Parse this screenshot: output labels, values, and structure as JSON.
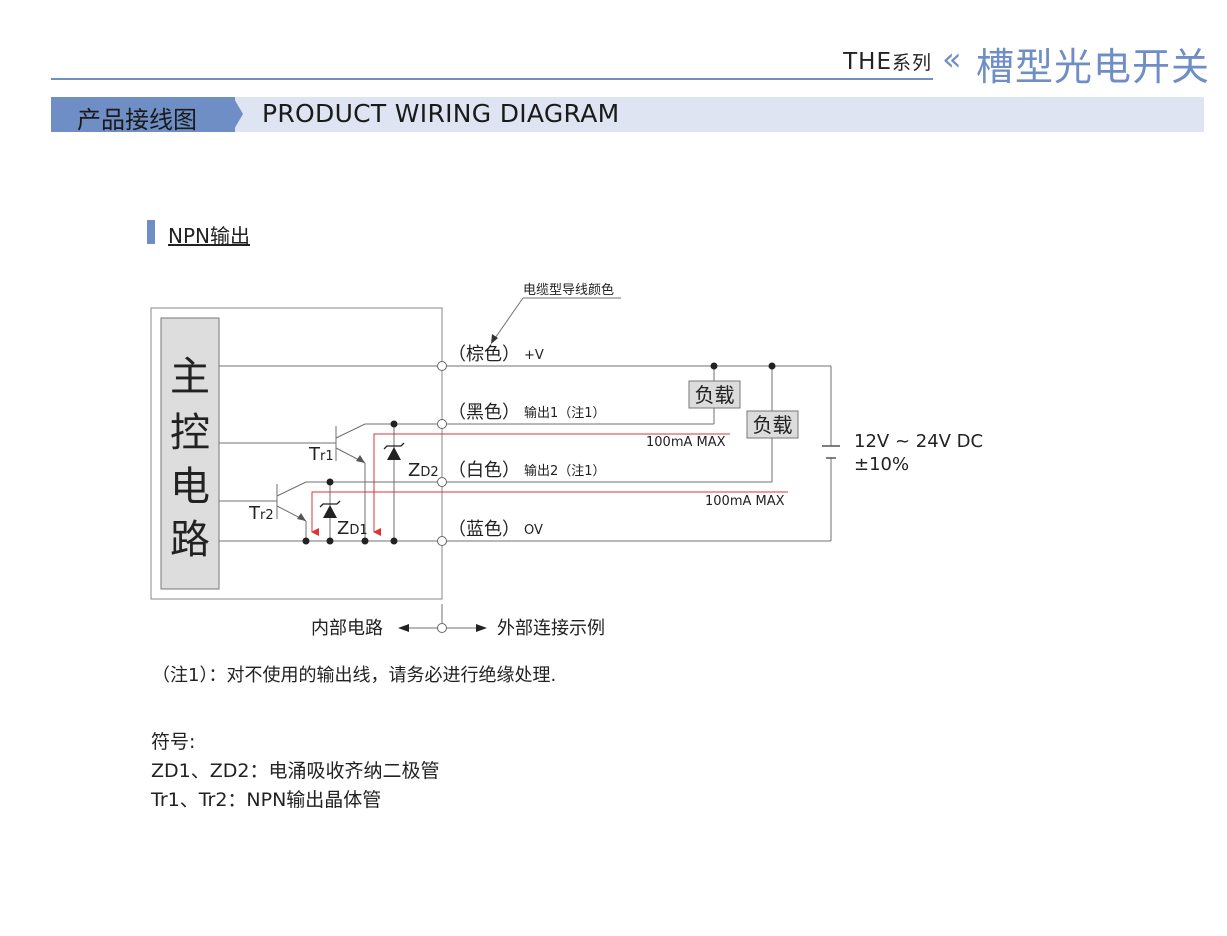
{
  "header": {
    "series_label": "THE",
    "series_suffix": "系列",
    "guillemet": "«",
    "product_title": "槽型光电开关",
    "section_zh": "产品接线图",
    "section_en": "PRODUCT WIRING DIAGRAM"
  },
  "section": {
    "title": "NPN输出"
  },
  "diagram": {
    "cable_color_label": "电缆型导线颜色",
    "main_circuit": [
      "主",
      "控",
      "电",
      "路"
    ],
    "wires": [
      {
        "color": "（棕色）",
        "label": "+V"
      },
      {
        "color": "（黑色）",
        "label": "输出1（注1）"
      },
      {
        "color": "（白色）",
        "label": "输出2（注1）"
      },
      {
        "color": "（蓝色）",
        "label": "OV"
      }
    ],
    "load_label": "负载",
    "current_max": "100mA MAX",
    "supply": {
      "voltage": "12V ~ 24V DC",
      "tolerance": "±10%"
    },
    "tr1_main": "T",
    "tr1_sub": "r1",
    "tr2_main": "T",
    "tr2_sub": "r2",
    "zd1_main": "Z",
    "zd1_sub": "D1",
    "zd2_main": "Z",
    "zd2_sub": "D2",
    "internal_label": "内部电路",
    "external_label": "外部连接示例",
    "colors": {
      "wire": "#707070",
      "current": "#d9343a",
      "load_fill": "#dcdcdc",
      "panel_fill": "#dddddd"
    }
  },
  "notes": {
    "note1": "（注1）：对不使用的输出线，请务必进行绝缘处理.",
    "symbols_heading": "符号:",
    "symbol_zd": "ZD1、ZD2：电涌吸收齐纳二极管",
    "symbol_tr": "Tr1、Tr2：NPN输出晶体管"
  }
}
